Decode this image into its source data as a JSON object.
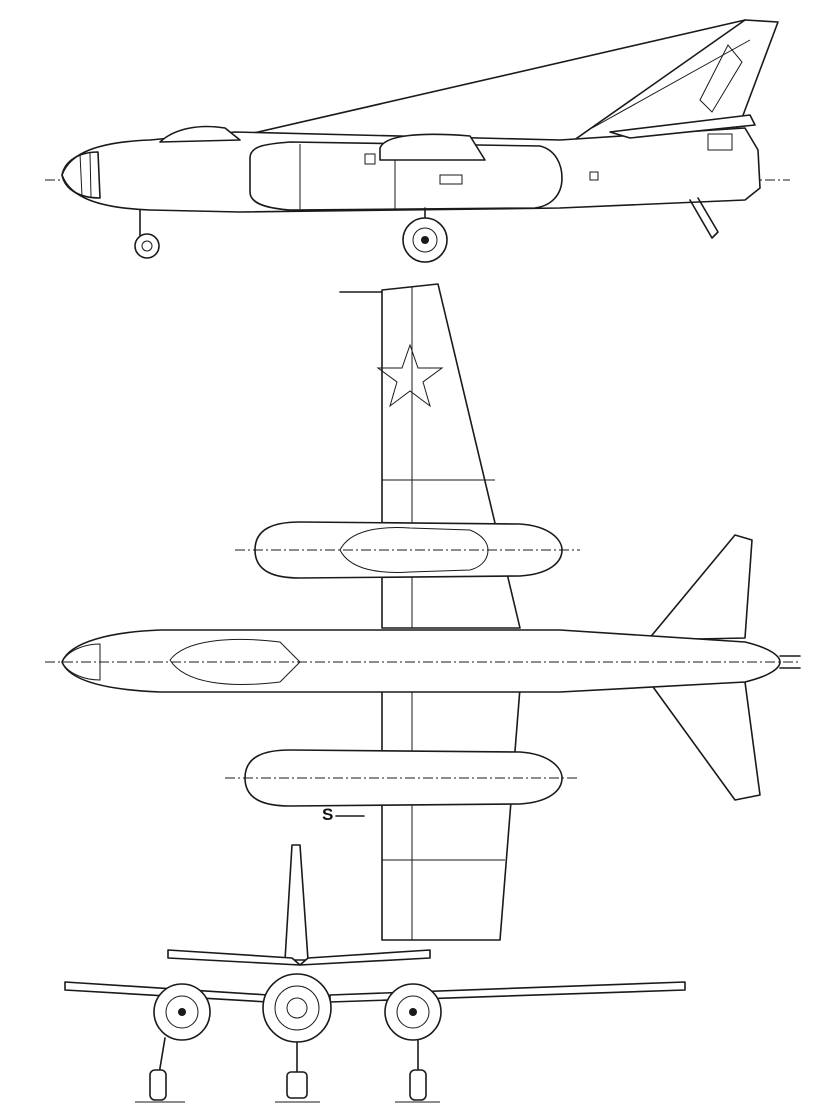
{
  "drawing": {
    "subject": "three-view",
    "views": [
      "side",
      "top",
      "front"
    ]
  },
  "annotations": {
    "section_marker": "S"
  },
  "colors": {
    "ink": "#1a1a1a",
    "paper": "#ffffff"
  }
}
